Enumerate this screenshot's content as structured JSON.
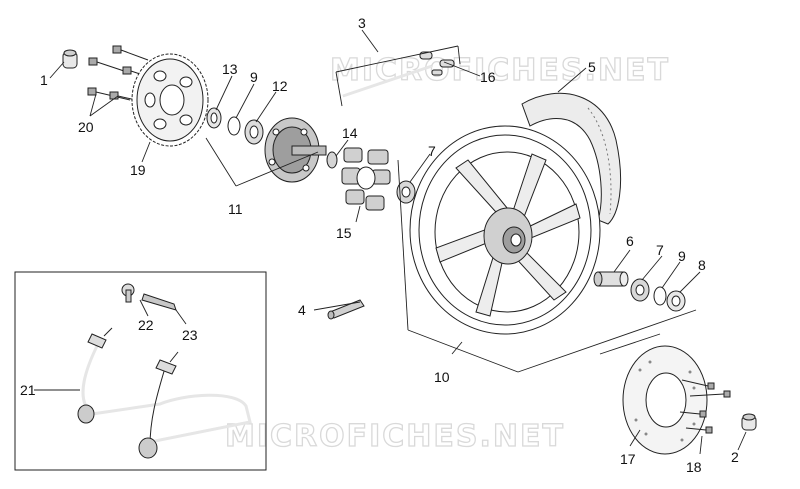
{
  "watermark": {
    "text": "MICROFICHES.NET"
  },
  "callouts": [
    {
      "id": "c1",
      "label": "1"
    },
    {
      "id": "c2",
      "label": "2"
    },
    {
      "id": "c3",
      "label": "3"
    },
    {
      "id": "c4",
      "label": "4"
    },
    {
      "id": "c5",
      "label": "5"
    },
    {
      "id": "c6",
      "label": "6"
    },
    {
      "id": "c7a",
      "label": "7"
    },
    {
      "id": "c7b",
      "label": "7"
    },
    {
      "id": "c8",
      "label": "8"
    },
    {
      "id": "c9a",
      "label": "9"
    },
    {
      "id": "c9b",
      "label": "9"
    },
    {
      "id": "c10",
      "label": "10"
    },
    {
      "id": "c11",
      "label": "11"
    },
    {
      "id": "c12",
      "label": "12"
    },
    {
      "id": "c13",
      "label": "13"
    },
    {
      "id": "c14",
      "label": "14"
    },
    {
      "id": "c15",
      "label": "15"
    },
    {
      "id": "c16",
      "label": "16"
    },
    {
      "id": "c17",
      "label": "17"
    },
    {
      "id": "c18",
      "label": "18"
    },
    {
      "id": "c19",
      "label": "19"
    },
    {
      "id": "c20",
      "label": "20"
    },
    {
      "id": "c21",
      "label": "21"
    },
    {
      "id": "c22",
      "label": "22"
    },
    {
      "id": "c23",
      "label": "23"
    }
  ]
}
